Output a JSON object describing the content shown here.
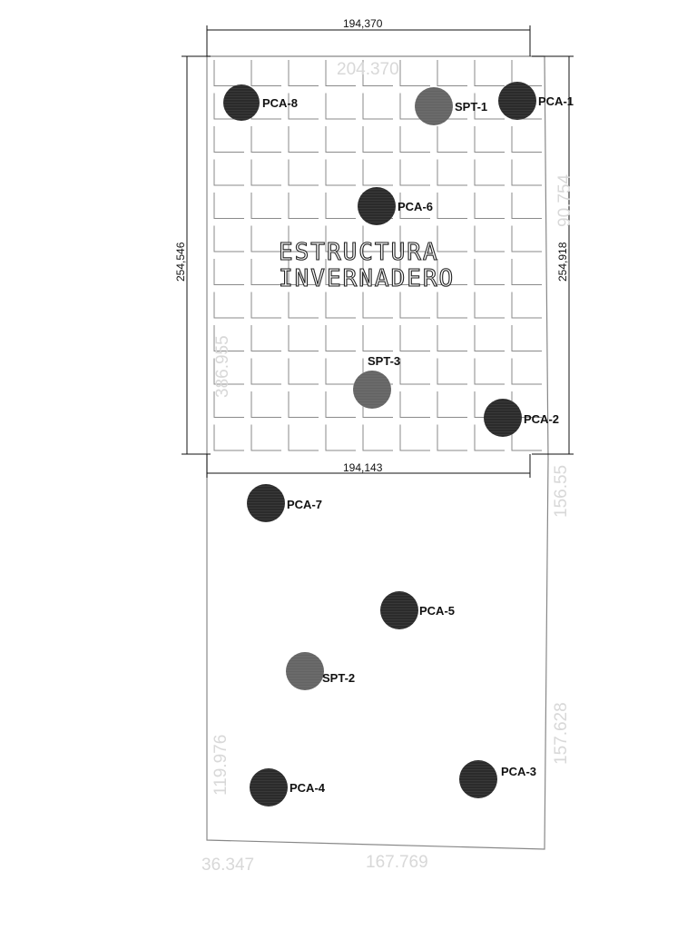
{
  "structure": {
    "title_line1": "ESTRUCTURA",
    "title_line2": "INVERNADERO"
  },
  "dimensions": {
    "top": "194,370",
    "bottom_of_greenhouse": "194,143",
    "left": "254,546",
    "right": "254,918"
  },
  "faint_dimensions": {
    "top_ghost": "204.370",
    "right_upper_ghost": "90.754",
    "left_ghost": "386.955",
    "right_mid_ghost": "156.55",
    "left_lower_ghost": "119.976",
    "right_lower_ghost": "157.628",
    "bottom_left_ghost": "36.347",
    "bottom_mid_ghost": "167.769"
  },
  "points": [
    {
      "label": "PCA-8",
      "kind": "PCA"
    },
    {
      "label": "SPT-1",
      "kind": "SPT"
    },
    {
      "label": "PCA-1",
      "kind": "PCA"
    },
    {
      "label": "PCA-6",
      "kind": "PCA"
    },
    {
      "label": "SPT-3",
      "kind": "SPT"
    },
    {
      "label": "PCA-2",
      "kind": "PCA"
    },
    {
      "label": "PCA-7",
      "kind": "PCA"
    },
    {
      "label": "PCA-5",
      "kind": "PCA"
    },
    {
      "label": "SPT-2",
      "kind": "SPT"
    },
    {
      "label": "PCA-4",
      "kind": "PCA"
    },
    {
      "label": "PCA-3",
      "kind": "PCA"
    }
  ],
  "colors": {
    "pca": "#2b2b2b",
    "spt": "#6a6a6a"
  }
}
